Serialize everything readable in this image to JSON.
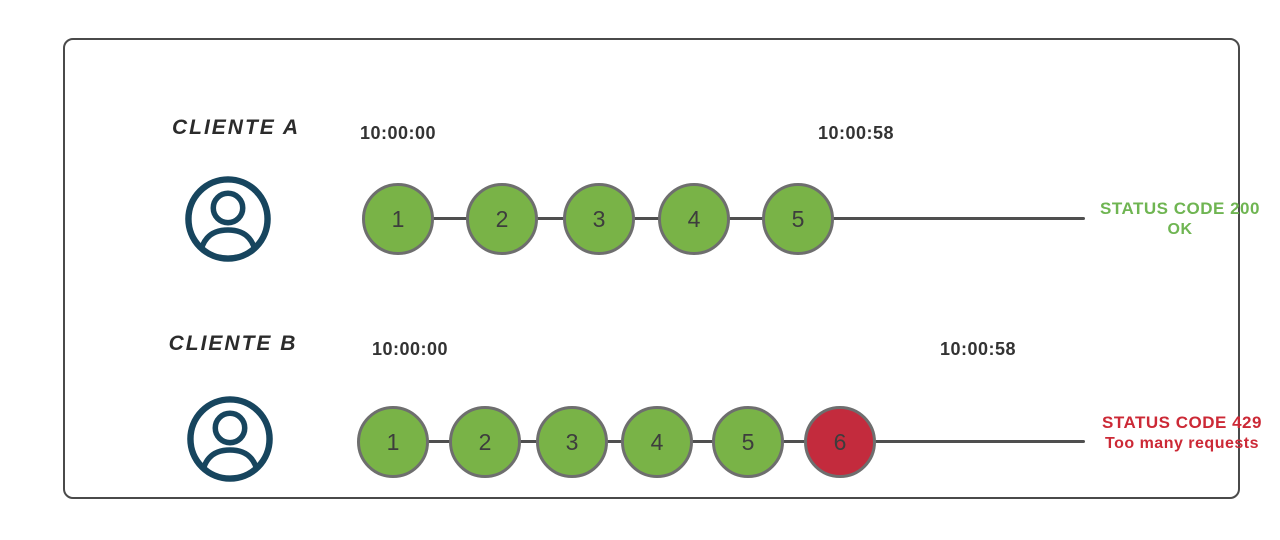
{
  "clients": [
    {
      "name": "CLIENTE A",
      "start_time": "10:00:00",
      "end_time": "10:00:58",
      "requests": [
        {
          "n": "1",
          "state": "ok"
        },
        {
          "n": "2",
          "state": "ok"
        },
        {
          "n": "3",
          "state": "ok"
        },
        {
          "n": "4",
          "state": "ok"
        },
        {
          "n": "5",
          "state": "ok"
        }
      ],
      "status_line1": "STATUS CODE 200",
      "status_line2": "OK",
      "status_color": "#6fb552"
    },
    {
      "name": "CLIENTE B",
      "start_time": "10:00:00",
      "end_time": "10:00:58",
      "requests": [
        {
          "n": "1",
          "state": "ok"
        },
        {
          "n": "2",
          "state": "ok"
        },
        {
          "n": "3",
          "state": "ok"
        },
        {
          "n": "4",
          "state": "ok"
        },
        {
          "n": "5",
          "state": "ok"
        },
        {
          "n": "6",
          "state": "rate-limited"
        }
      ],
      "status_line1": "STATUS CODE 429",
      "status_line2": "Too many requests",
      "status_color": "#cc2936"
    }
  ],
  "icons": {
    "client_avatar": "user-avatar-icon"
  },
  "colors": {
    "request_ok": "#79b347",
    "request_blocked": "#c32b3d",
    "avatar_stroke": "#17455e",
    "connector_line": "#4f4f4f",
    "circle_border": "#6e6e6e",
    "timestamp_text": "#333333",
    "frame_border": "#4a4a4a"
  }
}
